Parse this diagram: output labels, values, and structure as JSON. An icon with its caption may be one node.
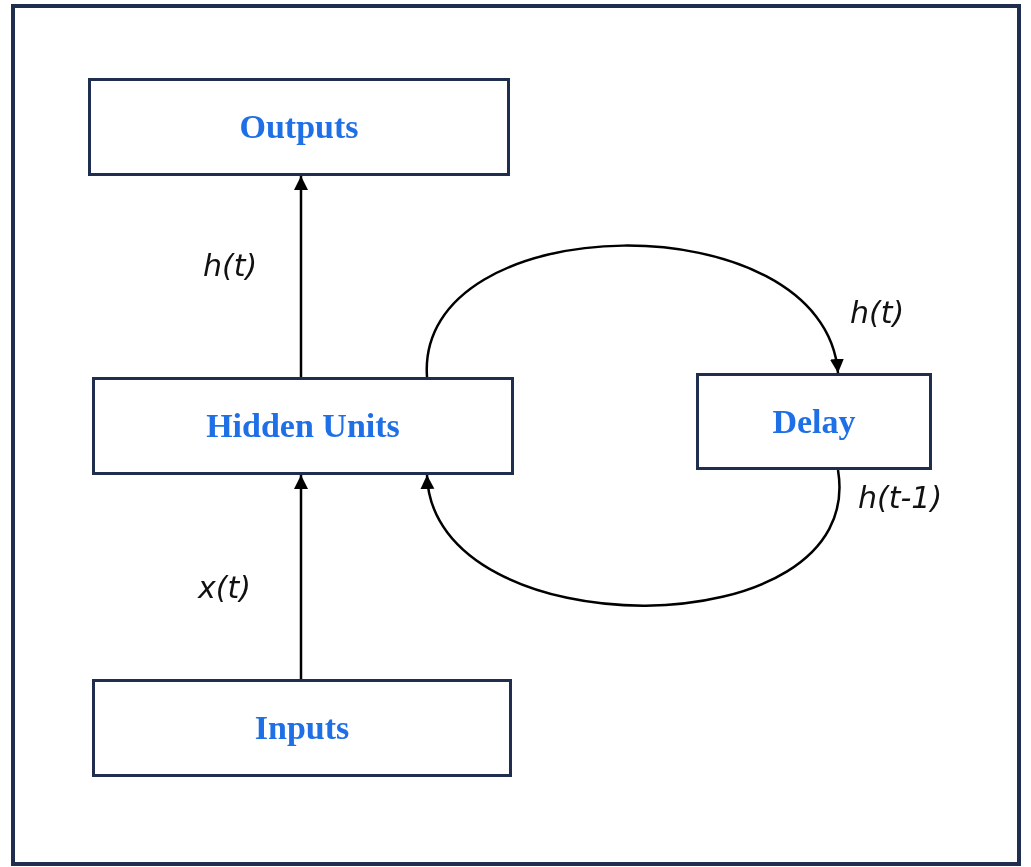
{
  "diagram": {
    "nodes": [
      {
        "text": [
          "Outputs"
        ]
      },
      {
        "text": [
          "Hidden Units"
        ]
      },
      {
        "text": [
          "Delay"
        ]
      },
      {
        "text": [
          "Inputs"
        ]
      }
    ],
    "edges": [
      {
        "from": 3,
        "to": 1,
        "arrow": "to",
        "label": "x(t)"
      },
      {
        "from": 1,
        "to": 0,
        "arrow": "to",
        "label": "h(t)"
      },
      {
        "from": 1,
        "to": 2,
        "arrow": "to",
        "label": "h(t)"
      },
      {
        "from": 2,
        "to": 1,
        "arrow": "to",
        "label": "h(t-1)"
      }
    ]
  }
}
